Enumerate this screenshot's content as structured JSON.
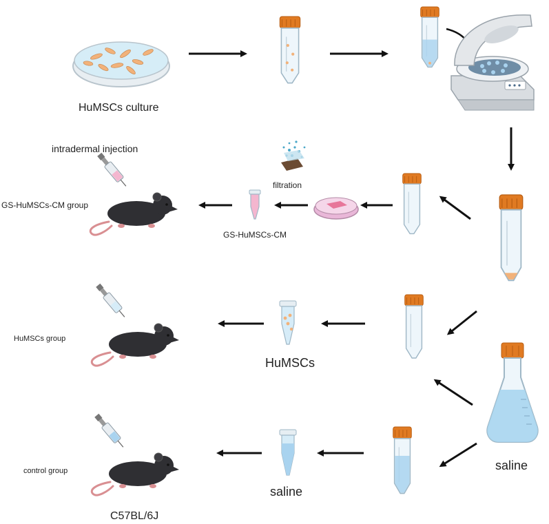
{
  "labels": {
    "culture": "HuMSCs culture",
    "injection": "intradermal  injection",
    "filtration": "filtration",
    "gs_group": "GS-HuMSCs-CM group",
    "gs_cm": "GS-HuMSCs-CM",
    "humscs_group": "HuMSCs group",
    "humscs": "HuMSCs",
    "control_group": "control group",
    "saline_bottom": "saline",
    "saline_flask": "saline",
    "mouse_strain": "C57BL/6J"
  },
  "colors": {
    "cap": "#e07a22",
    "tube_body": "#eef6fb",
    "tube_outline": "#9fb7c6",
    "liquid_blue": "#a9d3ef",
    "liquid_pink": "#f4b6cf",
    "cells": "#f2b27a",
    "mouse": "#2f2f33",
    "tail": "#d98f92",
    "arrow": "#111111",
    "dish_pink": "#e9b7d8",
    "flask_liquid": "#a8d6f0"
  }
}
